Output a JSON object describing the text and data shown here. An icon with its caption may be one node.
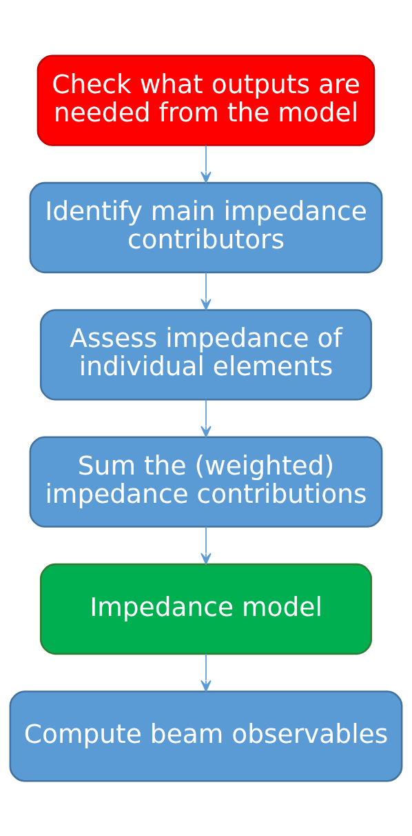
{
  "diagram": {
    "nodes": [
      {
        "text": [
          "Check what outputs are needed from the model"
        ]
      },
      {
        "text": [
          "Identify main impedance contributors"
        ]
      },
      {
        "text": [
          "Assess impedance of individual elements"
        ]
      },
      {
        "text": [
          "Sum the (weighted) impedance contributions"
        ]
      },
      {
        "text": [
          "Impedance model"
        ]
      },
      {
        "text": [
          "Compute beam observables"
        ]
      }
    ],
    "edges": [
      {
        "from": 0,
        "to": 1,
        "arrow": "to"
      },
      {
        "from": 1,
        "to": 2,
        "arrow": "to"
      },
      {
        "from": 2,
        "to": 3,
        "arrow": "to"
      },
      {
        "from": 3,
        "to": 4,
        "arrow": "to"
      },
      {
        "from": 4,
        "to": 5,
        "arrow": "to"
      }
    ]
  }
}
